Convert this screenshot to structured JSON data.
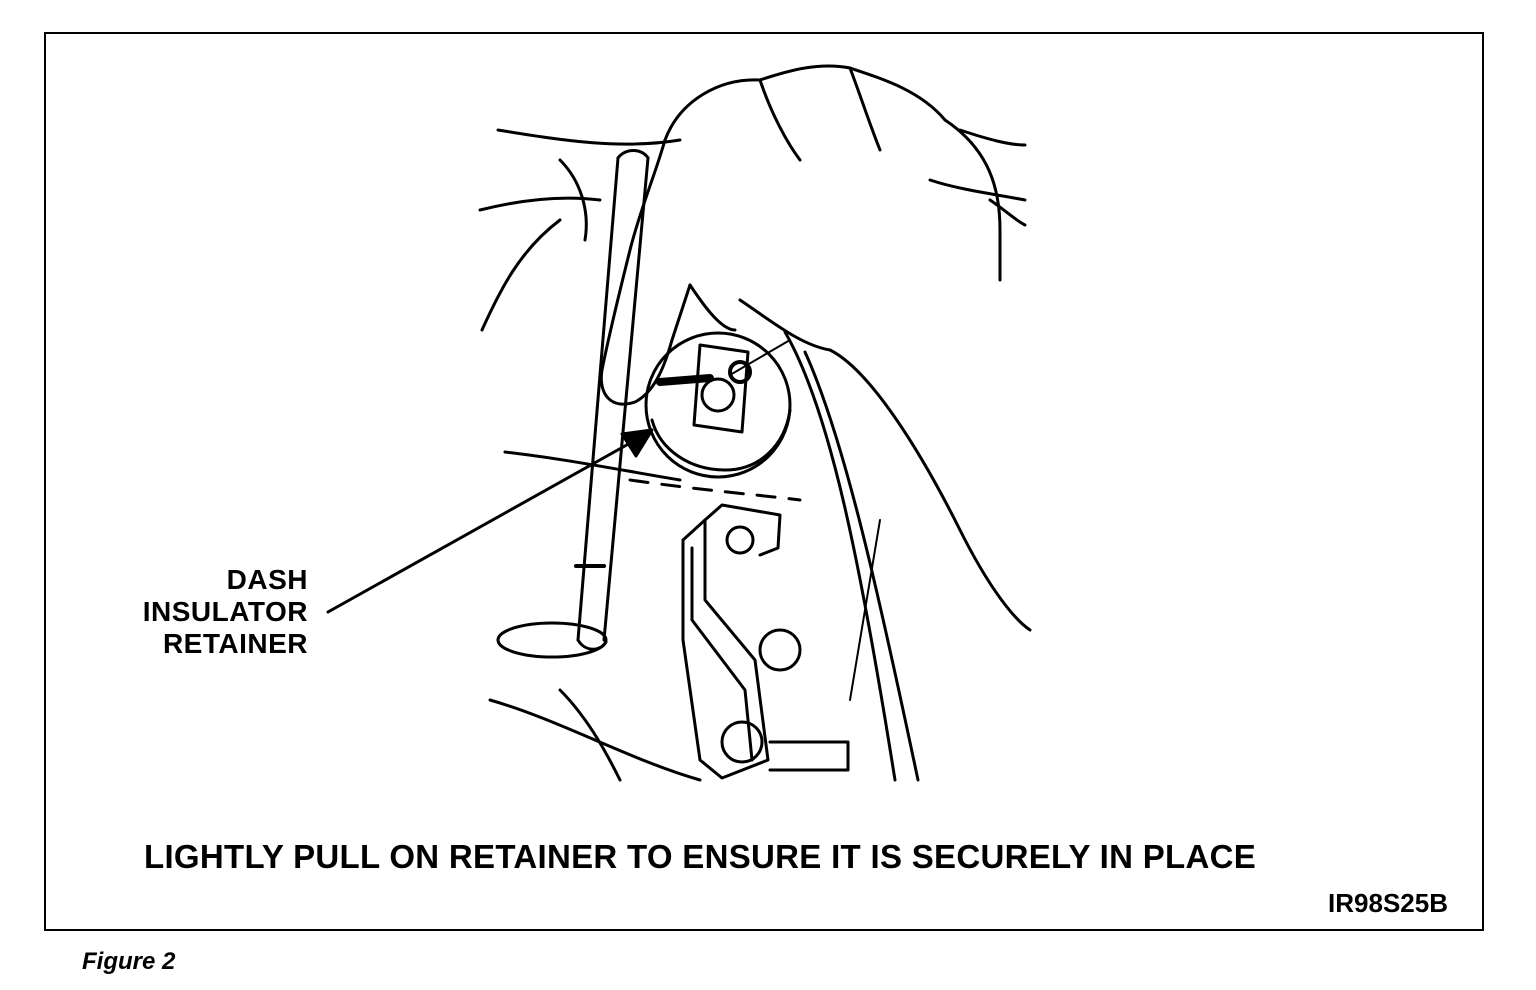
{
  "figure": {
    "callout_lines": [
      "DASH",
      "INSULATOR",
      "RETAINER"
    ],
    "caption": "LIGHTLY PULL ON RETAINER TO ENSURE IT IS SECURELY IN PLACE",
    "code": "IR98S25B",
    "label": "Figure 2"
  },
  "colors": {
    "ink": "#000000",
    "paper": "#ffffff"
  },
  "icons": [
    "hand-icon",
    "retainer-icon",
    "arrow-icon"
  ]
}
